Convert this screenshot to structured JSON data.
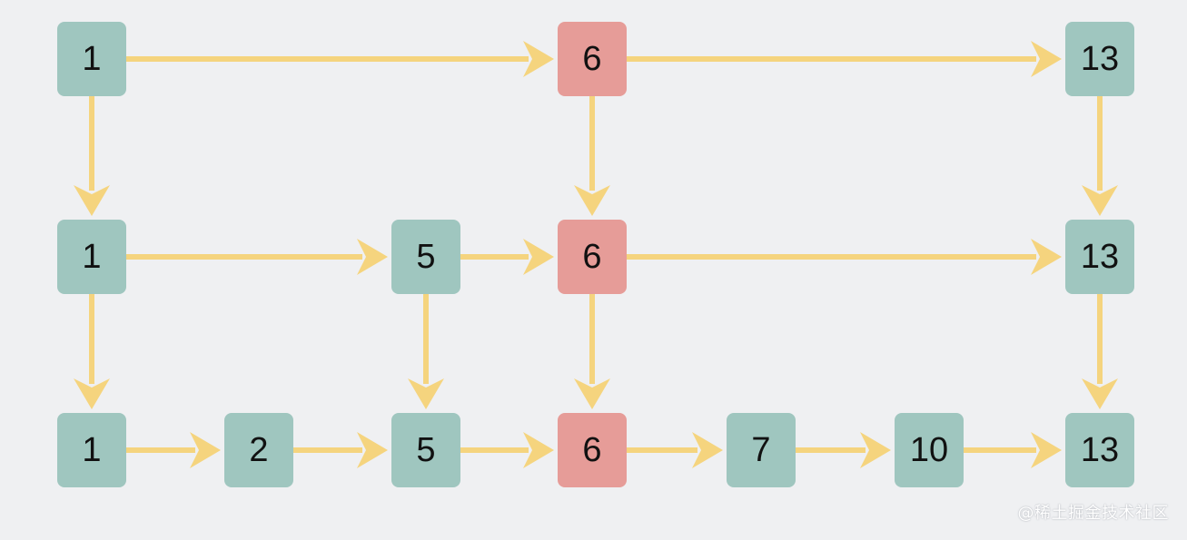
{
  "colors": {
    "background": "#eff0f2",
    "node_normal": "#9fc6bf",
    "node_highlight": "#e69c98",
    "arrow": "#f5d47e"
  },
  "levels": [
    {
      "level": 2,
      "nodes": [
        {
          "id": "l2-1",
          "label": "1",
          "highlight": false
        },
        {
          "id": "l2-6",
          "label": "6",
          "highlight": true
        },
        {
          "id": "l2-13",
          "label": "13",
          "highlight": false
        }
      ]
    },
    {
      "level": 1,
      "nodes": [
        {
          "id": "l1-1",
          "label": "1",
          "highlight": false
        },
        {
          "id": "l1-5",
          "label": "5",
          "highlight": false
        },
        {
          "id": "l1-6",
          "label": "6",
          "highlight": true
        },
        {
          "id": "l1-13",
          "label": "13",
          "highlight": false
        }
      ]
    },
    {
      "level": 0,
      "nodes": [
        {
          "id": "l0-1",
          "label": "1",
          "highlight": false
        },
        {
          "id": "l0-2",
          "label": "2",
          "highlight": false
        },
        {
          "id": "l0-5",
          "label": "5",
          "highlight": false
        },
        {
          "id": "l0-6",
          "label": "6",
          "highlight": true
        },
        {
          "id": "l0-7",
          "label": "7",
          "highlight": false
        },
        {
          "id": "l0-10",
          "label": "10",
          "highlight": false
        },
        {
          "id": "l0-13",
          "label": "13",
          "highlight": false
        }
      ]
    }
  ],
  "edges": [
    [
      "l2-1",
      "l2-6"
    ],
    [
      "l2-6",
      "l2-13"
    ],
    [
      "l2-1",
      "l1-1"
    ],
    [
      "l2-6",
      "l1-6"
    ],
    [
      "l2-13",
      "l1-13"
    ],
    [
      "l1-1",
      "l1-5"
    ],
    [
      "l1-5",
      "l1-6"
    ],
    [
      "l1-6",
      "l1-13"
    ],
    [
      "l1-1",
      "l0-1"
    ],
    [
      "l1-5",
      "l0-5"
    ],
    [
      "l1-6",
      "l0-6"
    ],
    [
      "l1-13",
      "l0-13"
    ],
    [
      "l0-1",
      "l0-2"
    ],
    [
      "l0-2",
      "l0-5"
    ],
    [
      "l0-5",
      "l0-6"
    ],
    [
      "l0-6",
      "l0-7"
    ],
    [
      "l0-7",
      "l0-10"
    ],
    [
      "l0-10",
      "l0-13"
    ]
  ],
  "watermark": "@稀土掘金技术社区"
}
